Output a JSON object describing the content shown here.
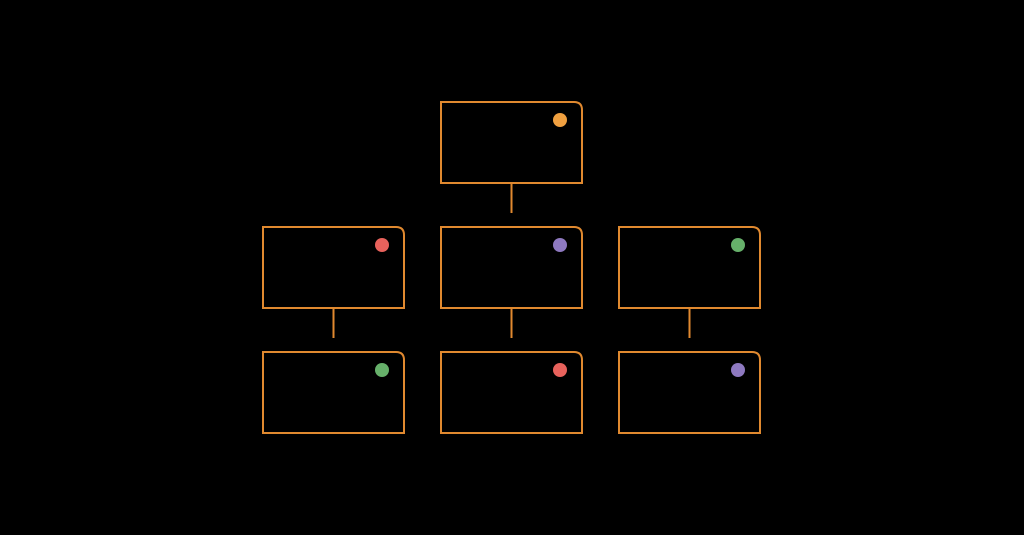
{
  "colors": {
    "background": "#000000",
    "stroke": "#e0892f",
    "orange": "#f0a040",
    "red": "#e8625c",
    "purple": "#8e79c0",
    "green": "#66b06a"
  },
  "diagram": {
    "type": "tree",
    "nodes": [
      {
        "id": "root",
        "parent": null,
        "dot": "orange"
      },
      {
        "id": "left",
        "parent": "root",
        "dot": "red"
      },
      {
        "id": "center",
        "parent": "root",
        "dot": "purple"
      },
      {
        "id": "right",
        "parent": "root",
        "dot": "green"
      },
      {
        "id": "left-child",
        "parent": "left",
        "dot": "green"
      },
      {
        "id": "center-child",
        "parent": "center",
        "dot": "red"
      },
      {
        "id": "right-child",
        "parent": "right",
        "dot": "purple"
      }
    ]
  }
}
